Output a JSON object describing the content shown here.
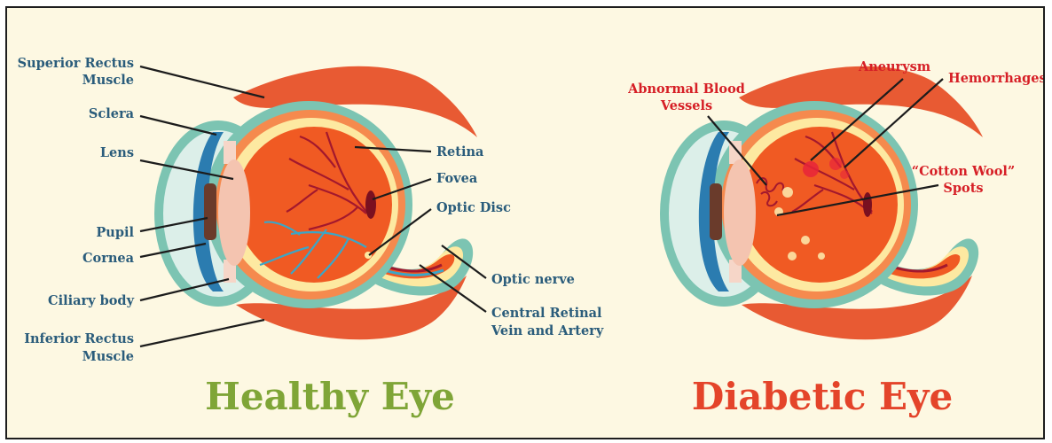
{
  "colors": {
    "background": "#fdf8e2",
    "healthy_label": "#2a5c7b",
    "diabetic_label": "#d61f26",
    "healthy_title": "#7fa537",
    "diabetic_title": "#e4442a",
    "muscle": "#e85a33",
    "sclera": "#7cc4b2",
    "retina": "#fde9a1",
    "vitreous": "#f05a23",
    "blood_vessel": "#a3182d",
    "vein": "#3ba6c7",
    "cornea": "#2b7cb0",
    "lens": "#f4c4b0"
  },
  "healthy": {
    "title": "Healthy Eye",
    "labels": {
      "superior_rectus_1": "Superior Rectus",
      "superior_rectus_2": "Muscle",
      "sclera": "Sclera",
      "lens": "Lens",
      "pupil": "Pupil",
      "cornea": "Cornea",
      "ciliary_body": "Ciliary body",
      "inferior_rectus_1": "Inferior Rectus",
      "inferior_rectus_2": "Muscle",
      "retina": "Retina",
      "fovea": "Fovea",
      "optic_disc": "Optic Disc",
      "optic_nerve": "Optic nerve",
      "central_retinal_1": "Central Retinal",
      "central_retinal_2": "Vein and Artery"
    }
  },
  "diabetic": {
    "title": "Diabetic Eye",
    "labels": {
      "abnormal_1": "Abnormal Blood",
      "abnormal_2": "Vessels",
      "aneurysm": "Aneurysm",
      "hemorrhages": "Hemorrhages",
      "cotton_1": "“Cotton Wool”",
      "cotton_2": "Spots"
    }
  }
}
